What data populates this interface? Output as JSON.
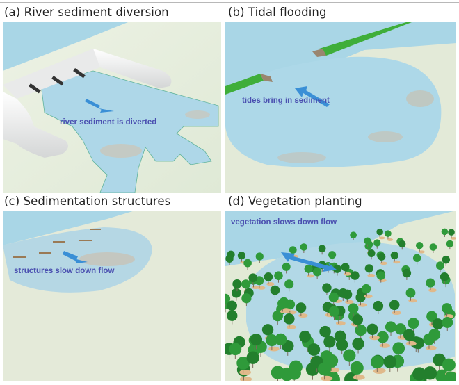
{
  "figure": {
    "panels": [
      {
        "id": "a",
        "title": "(a) River sediment diversion",
        "annotation": "river sediment is diverted"
      },
      {
        "id": "b",
        "title": "(b) Tidal flooding",
        "annotation": "tides bring in sediment"
      },
      {
        "id": "c",
        "title": "(c) Sedimentation structures",
        "annotation": "structures slow down flow"
      },
      {
        "id": "d",
        "title": "(d) Vegetation planting",
        "annotation": "vegetation slows down flow"
      }
    ],
    "colors": {
      "land": "#e3ecd9",
      "water": "#a9d6e6",
      "sediment": "#c9a98a",
      "arrow": "#3a8fd6",
      "label": "#4a4fb0",
      "dike": "#3fae3a",
      "tree": "#2f9a3a"
    }
  }
}
